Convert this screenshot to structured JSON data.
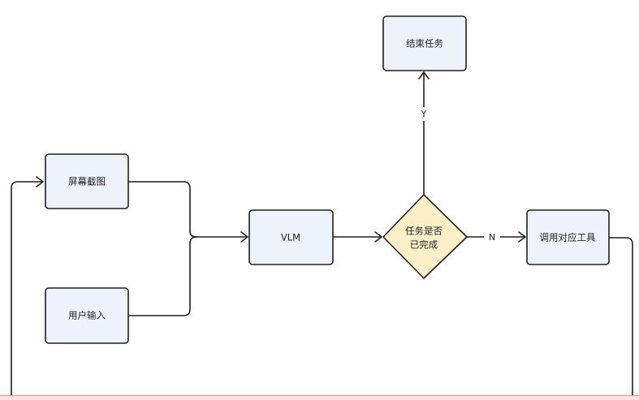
{
  "nodes": {
    "screenshot": {
      "label": "屏幕截图"
    },
    "user_input": {
      "label": "用户输入"
    },
    "vlm": {
      "label": "VLM"
    },
    "decision": {
      "line1": "任务是否",
      "line2": "已完成"
    },
    "call_tool": {
      "label": "调用对应工具"
    },
    "end_task": {
      "label": "结束任务"
    }
  },
  "edges": {
    "yes_label": "Y",
    "no_label": "N"
  },
  "colors": {
    "process_fill": "#eef3fb",
    "decision_fill": "#fdefc7",
    "stroke": "#1f1f1f",
    "bottom_band_border": "#e48a8a"
  }
}
